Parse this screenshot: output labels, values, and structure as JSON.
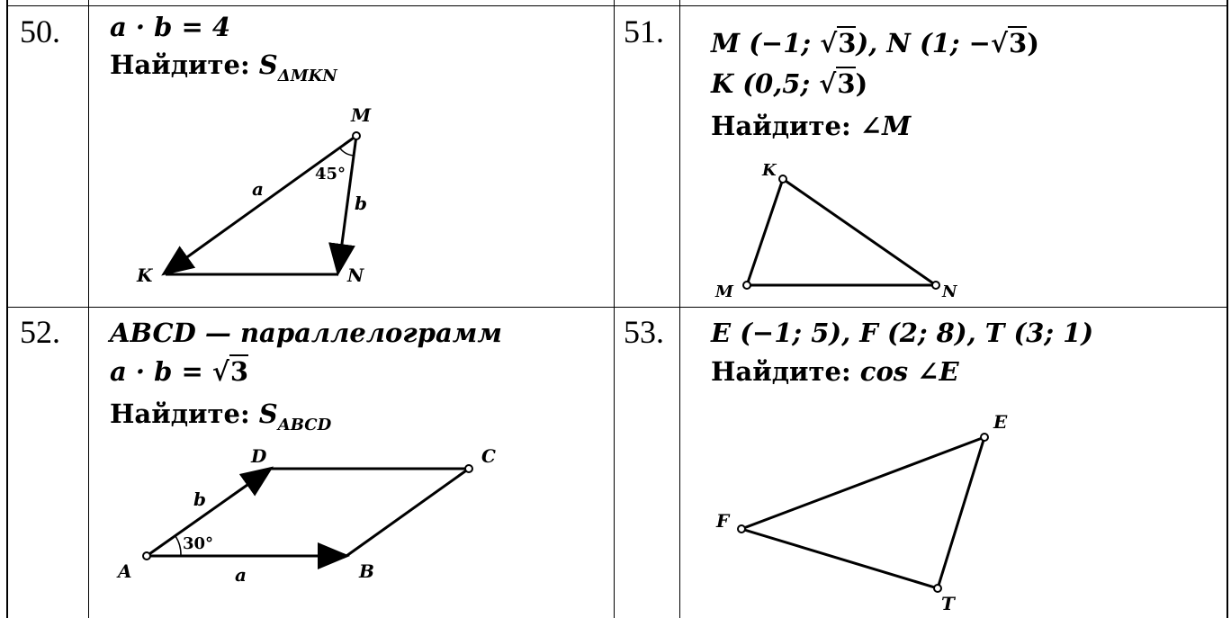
{
  "cells": [
    {
      "number": "50.",
      "condition": "a · b = 4",
      "find_label": "Найдите:",
      "find_value": "S",
      "find_sub": "ΔMKN",
      "fig_labels": {
        "M": "M",
        "K": "K",
        "N": "N",
        "a": "a",
        "b": "b",
        "angle": "45°"
      }
    },
    {
      "number": "51.",
      "line1_pre": "M (−1; ",
      "line1_sqrt": "3",
      "line1_mid": "), N (1; −",
      "line1_sqrt2": "3",
      "line1_post": ")",
      "line2_pre": "K (0,5; ",
      "line2_sqrt": "3",
      "line2_post": ")",
      "find_label": "Найдите:",
      "find_value": "∠M",
      "fig_labels": {
        "K": "K",
        "M": "M",
        "N": "N"
      }
    },
    {
      "number": "52.",
      "line1": "ABCD — параллелограмм",
      "line2_pre": "a · b = ",
      "line2_sqrt": "3",
      "find_label": "Найдите:",
      "find_value": "S",
      "find_sub": "ABCD",
      "fig_labels": {
        "A": "A",
        "B": "B",
        "C": "C",
        "D": "D",
        "a": "a",
        "b": "b",
        "angle": "30°"
      }
    },
    {
      "number": "53.",
      "line1": "E (−1; 5), F (2; 8), T (3; 1)",
      "find_label": "Найдите:",
      "find_value": "cos ∠E",
      "fig_labels": {
        "E": "E",
        "F": "F",
        "T": "T"
      }
    }
  ]
}
